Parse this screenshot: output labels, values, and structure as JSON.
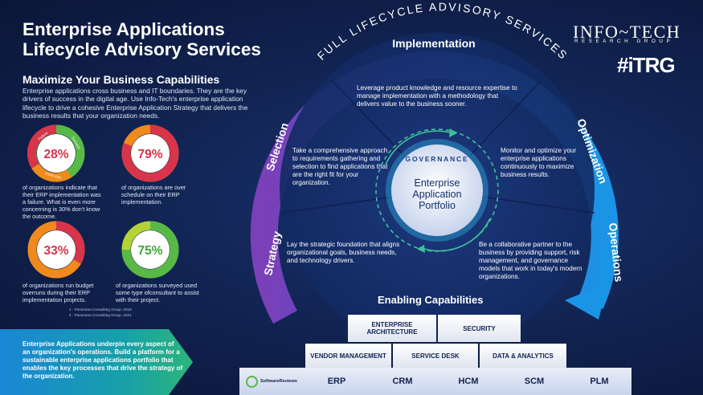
{
  "header": {
    "title_line1": "Enterprise Applications",
    "title_line2": "Lifecycle Advisory Services",
    "subheading": "Maximize Your Business Capabilities",
    "intro": "Enterprise applications cross business and IT boundaries. They are the key drivers of success in the digital age. Use Info-Tech's enterprise application lifecycle to drive a cohesive Enterprise Application Strategy that delivers the business results that your organization needs."
  },
  "stats": [
    {
      "value": "28%",
      "caption": "of organizations indicate that their ERP implementation was a failure. What is even more concerning is 30% don't know the outcome.",
      "ring_labels": [
        "Failure",
        "Success",
        "Inside ERP"
      ]
    },
    {
      "value": "79%",
      "caption": "of organizations are over schedule on their ERP implementation."
    },
    {
      "value": "33%",
      "caption": "of organizations run budget overruns during their ERP implementation projects."
    },
    {
      "value": "75%",
      "caption": "of organizations surveyed used some type ofconsultant to assist with their project."
    }
  ],
  "footnotes": [
    "1 - Panorama Consulting Group, 2018",
    "2 - Panorama Consulting Group, 2021"
  ],
  "banner": {
    "text": "Enterprise Applications underpin every aspect of an organization's operations. Build a platform for a sustainable enterprise applications portfolio that enables the key processes that drive the strategy of the organization."
  },
  "arc": {
    "top_label": "FULL LIFECYCLE ADVISORY SERVICES",
    "phases": [
      "Implementation",
      "Optimization",
      "Operations",
      "Strategy",
      "Selection"
    ]
  },
  "segments": {
    "implementation": "Leverage product knowledge and resource expertise to manage implementation with a methodology that delivers value to the business sooner.",
    "selection": "Take a comprehensive approach to requirements gathering and selection to find applications that are the right fit for your organization.",
    "optimization": "Monitor and optimize your enterprise applications continuously to maximize business results.",
    "strategy": "Lay the strategic foundation that aligns organizational goals, business needs, and technology drivers.",
    "operations": "Be a collaborative partner to the business by providing support, risk management, and governance models that work in today's modern organizations."
  },
  "center": {
    "governance": "GOVERNANCE",
    "line1": "Enterprise",
    "line2": "Application",
    "line3": "Portfolio"
  },
  "capabilities": {
    "title": "Enabling Capabilities",
    "top": [
      "ENTERPRISE ARCHITECTURE",
      "SECURITY"
    ],
    "middle": [
      "VENDOR MANAGEMENT",
      "SERVICE DESK",
      "DATA & ANALYTICS"
    ],
    "bottom": [
      "ERP",
      "CRM",
      "HCM",
      "SCM",
      "PLM"
    ],
    "softwarereviews": "SoftwareReviews"
  },
  "logo": {
    "name": "INFO~TECH",
    "sub": "RESEARCH GROUP",
    "itrg": "#iTRG"
  },
  "colors": {
    "accent_red": "#d8344a",
    "orange": "#f08a1c",
    "green": "#58b947",
    "yellow_green": "#b5d334",
    "arc_purple": "#6d3fb5",
    "arc_blue": "#1f8fe0"
  }
}
